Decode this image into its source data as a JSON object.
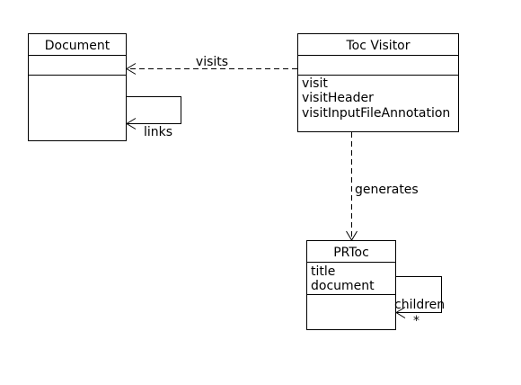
{
  "classes": {
    "document": {
      "name": "Document",
      "attributes": [],
      "operations": []
    },
    "toc_visitor": {
      "name": "Toc Visitor",
      "attributes": [],
      "operations": [
        "visit",
        "visitHeader",
        "visitInputFileAnnotation"
      ]
    },
    "prtoc": {
      "name": "PRToc",
      "attributes": [
        "title",
        "document"
      ],
      "operations": []
    }
  },
  "relations": {
    "visits": {
      "label": "visits",
      "from": "Toc Visitor",
      "to": "Document",
      "style": "dashed"
    },
    "links": {
      "label": "links",
      "from": "Document",
      "to": "Document",
      "style": "solid"
    },
    "generates": {
      "label": "generates",
      "from": "Toc Visitor",
      "to": "PRToc",
      "style": "dashed"
    },
    "children": {
      "label": "children",
      "multiplicity": "*",
      "from": "PRToc",
      "to": "PRToc",
      "style": "solid"
    }
  }
}
